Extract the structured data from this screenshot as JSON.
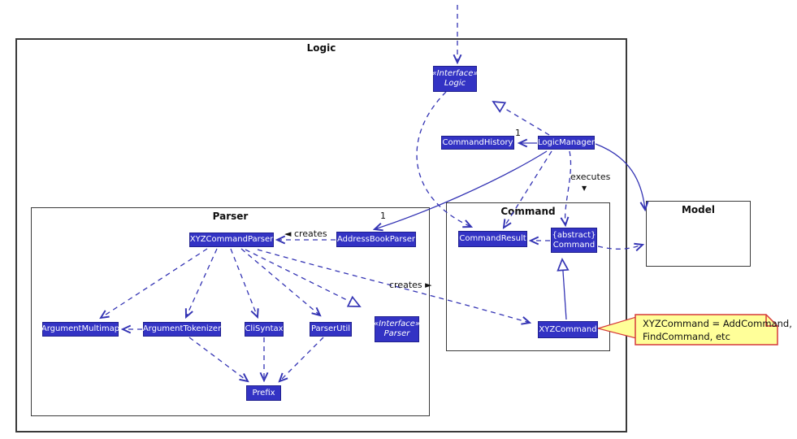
{
  "packages": {
    "logic": {
      "title": "Logic"
    },
    "parser": {
      "title": "Parser"
    },
    "command": {
      "title": "Command"
    },
    "model": {
      "title": "Model"
    }
  },
  "classes": {
    "logic_interface": {
      "stereotype": "«Interface»",
      "name": "Logic"
    },
    "command_history": {
      "name": "CommandHistory"
    },
    "logic_manager": {
      "name": "LogicManager"
    },
    "address_book_parser": {
      "name": "AddressBookParser"
    },
    "xyz_command_parser": {
      "name": "XYZCommandParser"
    },
    "command_result": {
      "name": "CommandResult"
    },
    "abstract_command": {
      "stereotype": "{abstract}",
      "name": "Command"
    },
    "argument_multimap": {
      "name": "ArgumentMultimap"
    },
    "argument_tokenizer": {
      "name": "ArgumentTokenizer"
    },
    "cli_syntax": {
      "name": "CliSyntax"
    },
    "parser_util": {
      "name": "ParserUtil"
    },
    "parser_interface": {
      "stereotype": "«Interface»",
      "name": "Parser"
    },
    "prefix": {
      "name": "Prefix"
    },
    "xyz_command": {
      "name": "XYZCommand"
    }
  },
  "labels": {
    "creates_left": "◄ creates",
    "creates_right": "creates ►",
    "executes": "executes",
    "executes_pointer": "▼",
    "history_multiplicity": "1",
    "parser_multiplicity": "1"
  },
  "note": {
    "line1": "XYZCommand = AddCommand,",
    "line2": "FindCommand, etc"
  },
  "colors": {
    "class_fill": "#3333C4",
    "class_border": "#20208E",
    "edge": "#3434B4",
    "package_border": "#3A3A3A",
    "note_fill": "#FFFF99",
    "note_border": "#D63A3A"
  }
}
